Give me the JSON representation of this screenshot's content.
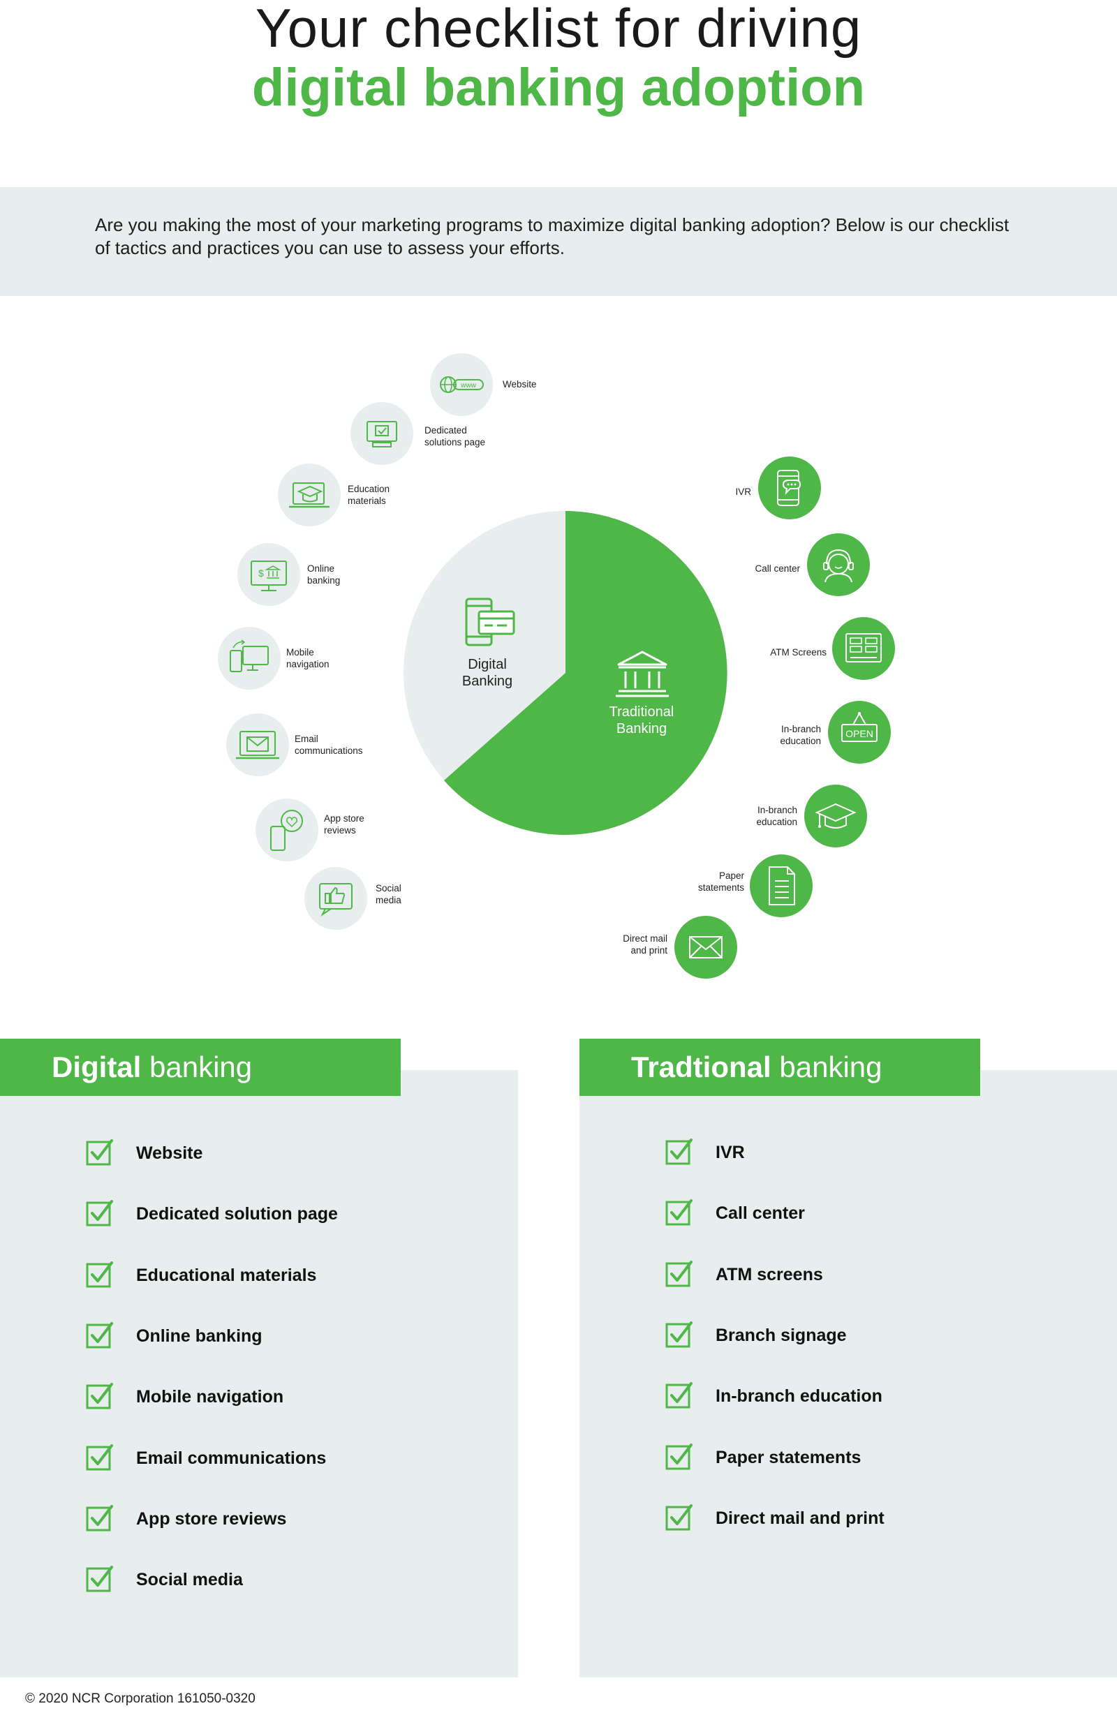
{
  "header": {
    "title_line1": "Your checklist for driving",
    "title_line2": "digital banking adoption"
  },
  "intro": {
    "text": "Are you making the most of your marketing programs to maximize digital banking adoption? Below is our checklist of tactics and practices you can use to assess your efforts."
  },
  "diagram": {
    "digital_label_line1": "Digital",
    "digital_label_line2": "Banking",
    "traditional_label_line1": "Traditional",
    "traditional_label_line2": "Banking",
    "digital_channels": [
      {
        "line1": "Website",
        "line2": "",
        "icon": "website-icon"
      },
      {
        "line1": "Dedicated",
        "line2": "solutions page",
        "icon": "solutions-page-icon"
      },
      {
        "line1": "Education",
        "line2": "materials",
        "icon": "education-materials-icon"
      },
      {
        "line1": "Online",
        "line2": "banking",
        "icon": "online-banking-icon"
      },
      {
        "line1": "Mobile",
        "line2": "navigation",
        "icon": "mobile-navigation-icon"
      },
      {
        "line1": "Email",
        "line2": "communications",
        "icon": "email-icon"
      },
      {
        "line1": "App store",
        "line2": "reviews",
        "icon": "app-store-icon"
      },
      {
        "line1": "Social",
        "line2": "media",
        "icon": "social-media-icon"
      }
    ],
    "traditional_channels": [
      {
        "line1": "IVR",
        "line2": "",
        "icon": "ivr-icon"
      },
      {
        "line1": "Call center",
        "line2": "",
        "icon": "call-center-icon"
      },
      {
        "line1": "ATM Screens",
        "line2": "",
        "icon": "atm-screen-icon"
      },
      {
        "line1": "In-branch",
        "line2": "education",
        "icon": "open-sign-icon",
        "sign_text": "OPEN"
      },
      {
        "line1": "In-branch",
        "line2": "education",
        "icon": "graduation-cap-icon"
      },
      {
        "line1": "Paper",
        "line2": "statements",
        "icon": "paper-statement-icon"
      },
      {
        "line1": "Direct mail",
        "line2": "and print",
        "icon": "mail-icon"
      }
    ],
    "colors": {
      "green": "#4fb748",
      "light": "#e8eded"
    }
  },
  "digital_panel": {
    "title_bold": "Digital",
    "title_light": " banking",
    "items": [
      "Website",
      "Dedicated solution page",
      "Educational materials",
      "Online banking",
      "Mobile navigation",
      "Email communications",
      "App store reviews",
      "Social media"
    ]
  },
  "traditional_panel": {
    "title_bold": "Tradtional",
    "title_light": " banking",
    "items": [
      "IVR",
      "Call center",
      "ATM screens",
      "Branch signage",
      "In-branch education",
      "Paper statements",
      "Direct mail and print"
    ]
  },
  "footer": {
    "copyright": "© 2020 NCR Corporation 161050-0320"
  }
}
